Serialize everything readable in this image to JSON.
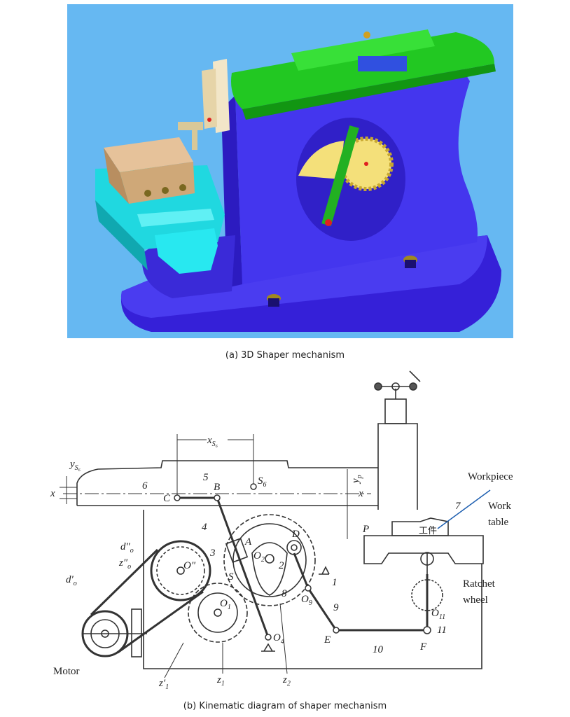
{
  "figure_a": {
    "caption": "(a) 3D Shaper mechanism"
  },
  "figure_b": {
    "caption": "(b) Kinematic diagram of shaper mechanism",
    "labels": {
      "xs6": "x",
      "xs6_sub": "S₆",
      "ys6": "y",
      "ys6_sub": "S₆",
      "yp": "y",
      "yp_sub": "p",
      "x_left": "x",
      "x_right": "x",
      "n6": "6",
      "n5": "5",
      "B": "B",
      "C": "C",
      "S6": "S",
      "S6_sub": "6",
      "n4": "4",
      "n3": "3",
      "A": "A",
      "D": "D",
      "O2": "O",
      "O2_sub": "2",
      "n2": "2",
      "S": "S",
      "n1": "1",
      "n8": "8",
      "O9": "O",
      "O9_sub": "9",
      "n9": "9",
      "do2": "d″",
      "do2_sub": "o",
      "zo2": "z″",
      "zo2_sub": "o",
      "do1": "d′",
      "do1_sub": "o",
      "O_dd": "O″",
      "O1": "O",
      "O1_sub": "1",
      "O4": "O",
      "O4_sub": "4",
      "E": "E",
      "n10": "10",
      "F": "F",
      "O11": "O",
      "O11_sub": "11",
      "n11": "11",
      "n7": "7",
      "P": "P",
      "workpiece_cn": "工件",
      "workpiece": "Workpiece",
      "work_table_1": "Work",
      "work_table_2": "table",
      "ratchet_1": "Ratchet",
      "ratchet_2": "wheel",
      "motor": "Motor",
      "z1p": "z′",
      "z1p_sub": "1",
      "z1": "z",
      "z1_sub": "1",
      "z2": "z",
      "z2_sub": "2"
    }
  }
}
